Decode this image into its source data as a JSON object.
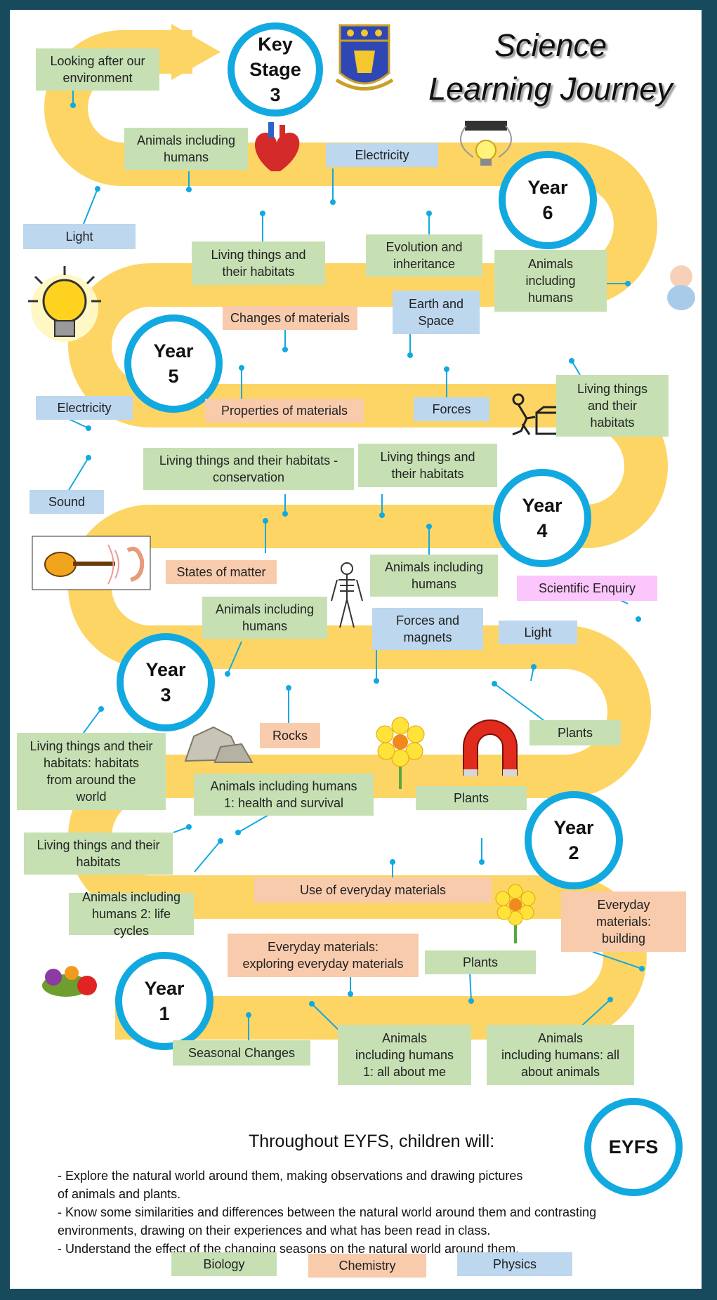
{
  "title": {
    "line1": "Science",
    "line2": "Learning Journey"
  },
  "colors": {
    "road": "#fdd565",
    "ring": "#12a9e1",
    "biology": "#c6e0b4",
    "chemistry": "#f8cbad",
    "physics": "#bdd7ee",
    "enquiry": "#fbc6fb",
    "frame": "#174a5c"
  },
  "icons": [
    "school-crest-icon",
    "heart-icon",
    "circuit-bulb-icon",
    "lightbulb-icon",
    "baby-icon",
    "pushing-box-icon",
    "guitar-ear-icon",
    "skeleton-icon",
    "rocks-icon",
    "flower-icon",
    "magnet-icon",
    "fruit-vegetables-icon"
  ],
  "stages": {
    "ks3": "Key\nStage\n3",
    "y6": "Year\n6",
    "y5": "Year\n5",
    "y4": "Year\n4",
    "y3": "Year\n3",
    "y2": "Year\n2",
    "y1": "Year\n1",
    "eyfs": "EYFS"
  },
  "topics": {
    "ks3_environment": "Looking after our\nenvironment",
    "y6_animals": "Animals including\nhumans",
    "y6_electricity": "Electricity",
    "y6_light": "Light",
    "y6_living": "Living things and\ntheir habitats",
    "y6_evolution": "Evolution and\ninheritance",
    "y5_animals": "Animals\nincluding\nhumans",
    "y5_changes": "Changes of materials",
    "y5_earth": "Earth and\nSpace",
    "y5_properties": "Properties of materials",
    "y5_forces": "Forces",
    "y5_living": "Living things\nand their\nhabitats",
    "y4_electricity": "Electricity",
    "y4_conservation": "Living things and their habitats -\nconservation",
    "y4_living": "Living things and\ntheir habitats",
    "y4_sound": "Sound",
    "y4_states": "States of matter",
    "y4_animals": "Animals including\nhumans",
    "y4_enquiry": "Scientific Enquiry",
    "y3_animals": "Animals including\nhumans",
    "y3_forces": "Forces and\nmagnets",
    "y3_light": "Light",
    "y3_rocks": "Rocks",
    "y3_plants": "Plants",
    "y2_habitats": "Living things and their\nhabitats: habitats\nfrom around the\nworld",
    "y2_health": "Animals including humans\n1: health and survival",
    "y2_plants": "Plants",
    "y2_living": "Living things and their\nhabitats",
    "y2_lifecycles": "Animals including\nhumans 2: life cycles",
    "y2_use": "Use of everyday materials",
    "y1_building": "Everyday\nmaterials:\nbuilding",
    "y1_exploring": "Everyday materials:\nexploring everyday materials",
    "y1_plants": "Plants",
    "y1_seasonal": "Seasonal Changes",
    "y1_aboutme": "Animals\nincluding humans\n1: all about me",
    "y1_aboutanimals": "Animals\nincluding humans: all\nabout animals"
  },
  "eyfs": {
    "heading": "Throughout EYFS, children will:",
    "points": [
      "- Explore the natural world around them, making observations and drawing pictures\nof animals and plants.",
      "- Know some similarities and differences between the natural world around them and contrasting\nenvironments, drawing on their experiences and what has been read in class.",
      "- Understand the effect of the changing seasons on the natural world around them."
    ]
  },
  "legend": {
    "biology": "Biology",
    "chemistry": "Chemistry",
    "physics": "Physics"
  }
}
